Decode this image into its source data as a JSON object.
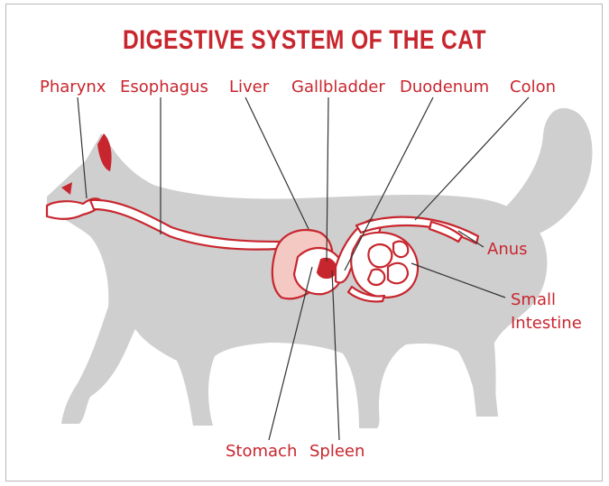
{
  "title": "DIGESTIVE SYSTEM OF THE CAT",
  "labels": {
    "pharynx": "Pharynx",
    "esophagus": "Esophagus",
    "liver": "Liver",
    "gallbladder": "Gallbladder",
    "duodenum": "Duodenum",
    "colon": "Colon",
    "anus": "Anus",
    "small_intestine_line1": "Small",
    "small_intestine_line2": "Intestine",
    "stomach": "Stomach",
    "spleen": "Spleen"
  },
  "colors": {
    "accent": "#c8262e",
    "organ_fill": "#f4c9c4",
    "cat_silhouette": "#cfcfcf",
    "leader_line": "#333333"
  }
}
